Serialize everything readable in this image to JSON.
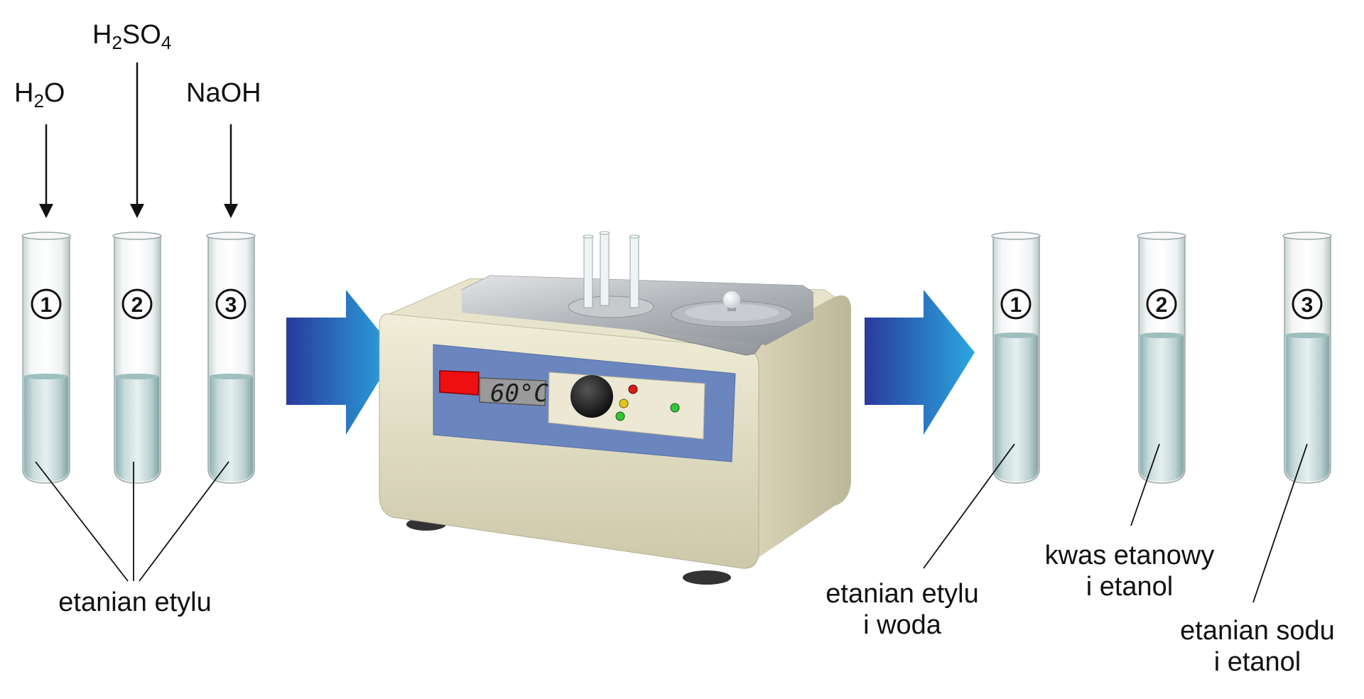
{
  "reagents": {
    "water": {
      "base": "H",
      "sub": "2",
      "rest": "O"
    },
    "acid": {
      "base": "H",
      "sub1": "2",
      "mid": "SO",
      "sub2": "4"
    },
    "base": {
      "text": "NaOH"
    }
  },
  "tube_numbers": {
    "one": "1",
    "two": "2",
    "three": "3"
  },
  "heater": {
    "display": "60°C"
  },
  "labels": {
    "left": "etanian etylu",
    "right1": {
      "line1": "etanian etylu",
      "line2": "i woda"
    },
    "right2": {
      "line1": "kwas etanowy",
      "line2": "i etanol"
    },
    "right3": {
      "line1": "etanian sodu",
      "line2": "i etanol"
    }
  },
  "colors": {
    "arrow_dark": "#2a3a9c",
    "arrow_light": "#2aa8e0",
    "panel": "#6b86be",
    "body": "#e4e0c6",
    "switch": "#ee1010"
  }
}
